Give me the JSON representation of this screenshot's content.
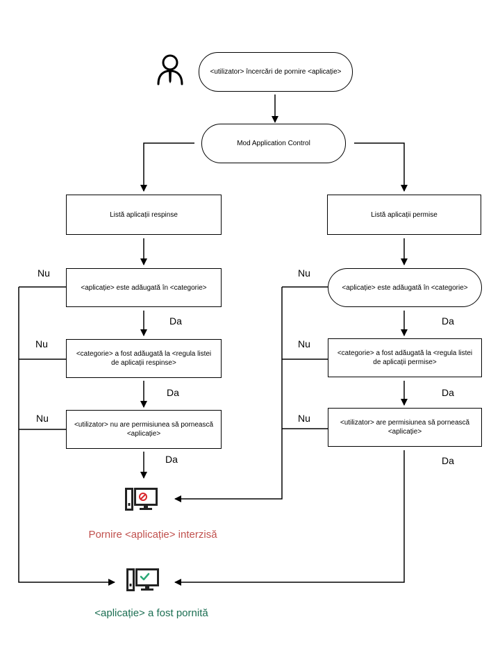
{
  "start": {
    "text": "<utilizator> încercări de pornire <aplicație>"
  },
  "mode": {
    "text": "Mod Application Control"
  },
  "left": {
    "list": "Listă aplicații respinse",
    "q1": "<aplicație> este adăugată în <categorie>",
    "q2": "<categorie> a fost adăugată la <regula listei de aplicații respinse>",
    "q3": "<utilizator> nu are permisiunea să pornească <aplicație>"
  },
  "right": {
    "list": "Listă aplicații permise",
    "q1": "<aplicație> este adăugată în <categorie>",
    "q2": "<categorie> a fost adăugată la <regula listei de aplicații permise>",
    "q3": "<utilizator> are permisiunea să pornească <aplicație>"
  },
  "labels": {
    "no": "Nu",
    "yes": "Da"
  },
  "results": {
    "denied": "Pornire <aplicație> interzisă",
    "allowed": "<aplicație> a fost pornită"
  },
  "colors": {
    "denied": "#c0504d",
    "allowed": "#1b6e52",
    "deny_icon": "#d9262c",
    "allow_icon": "#2aa876"
  }
}
